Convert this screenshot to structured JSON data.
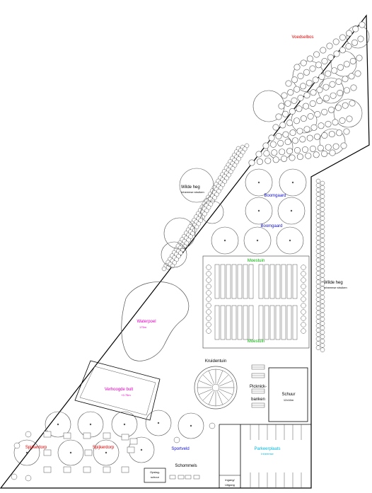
{
  "labels": {
    "voedselbos": "Voedselbos",
    "wilde_heg_top": "Wilde heg",
    "wilde_heg_top_sub": "Inheemse struiken",
    "wilde_heg_right": "Wilde heg",
    "wilde_heg_right_sub": "Inheemse struiken",
    "boomgaard_1": "Boomgaard",
    "boomgaard_2": "Boomgaard",
    "moestuin_top": "Moestuin",
    "moestuin_bottom": "Moestuin",
    "waterpoel": "Waterpoel",
    "waterpoel_size": "175m",
    "kruidentuin": "Kruidentuin",
    "picknickbanken_1": "Picknick-",
    "picknickbanken_2": "banken",
    "schuur": "Schuur",
    "schuur_size": "12x16m",
    "verhoogde_bult": "Verhoogde bult",
    "verhoogde_bult_size": "+0.75m",
    "spijkerdorp_1": "Spijkerdorp",
    "spijkerdorp_2": "Spijkerdorp",
    "sportveld": "Sportveld",
    "parkeerplaats": "Parkeerplaats",
    "parkeerplaats_sub": "Inheemse",
    "opslag_1": "Opslag-",
    "opslag_2": "schuur",
    "schommels": "Schommels",
    "ingang_1": "Ingang/",
    "ingang_2": "Uitgang"
  },
  "colors": {
    "voedselbos": "#e00000",
    "spijkerdorp": "#e00000",
    "boomgaard": "#1010d0",
    "sportveld": "#1010d0",
    "moestuin": "#00b000",
    "waterpoel": "#e000c0",
    "verhoogde_bult": "#e000c0",
    "parkeerplaats": "#00b8e0",
    "line": "#000000",
    "feature": "#555555"
  }
}
